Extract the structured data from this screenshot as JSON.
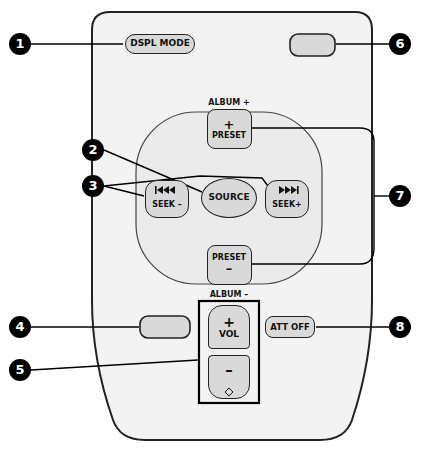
{
  "diagram": {
    "nodes": [
      {
        "text": [
          "DSPL MODE"
        ]
      },
      {
        "text": [
          "+",
          "PRESET"
        ]
      },
      {
        "text": [
          "SEEK –"
        ]
      },
      {
        "text": [
          "SOURCE"
        ]
      },
      {
        "text": [
          "SEEK+"
        ]
      },
      {
        "text": [
          "PRESET",
          "–"
        ]
      },
      {
        "text": [
          "+",
          "VOL"
        ]
      },
      {
        "text": [
          "–"
        ]
      },
      {
        "text": [
          "ATT OFF"
        ]
      }
    ],
    "labels": [
      "1",
      "ALBUM +",
      "6",
      "2",
      "3",
      "7",
      "ALBUM –",
      "4",
      "5",
      "8"
    ]
  }
}
